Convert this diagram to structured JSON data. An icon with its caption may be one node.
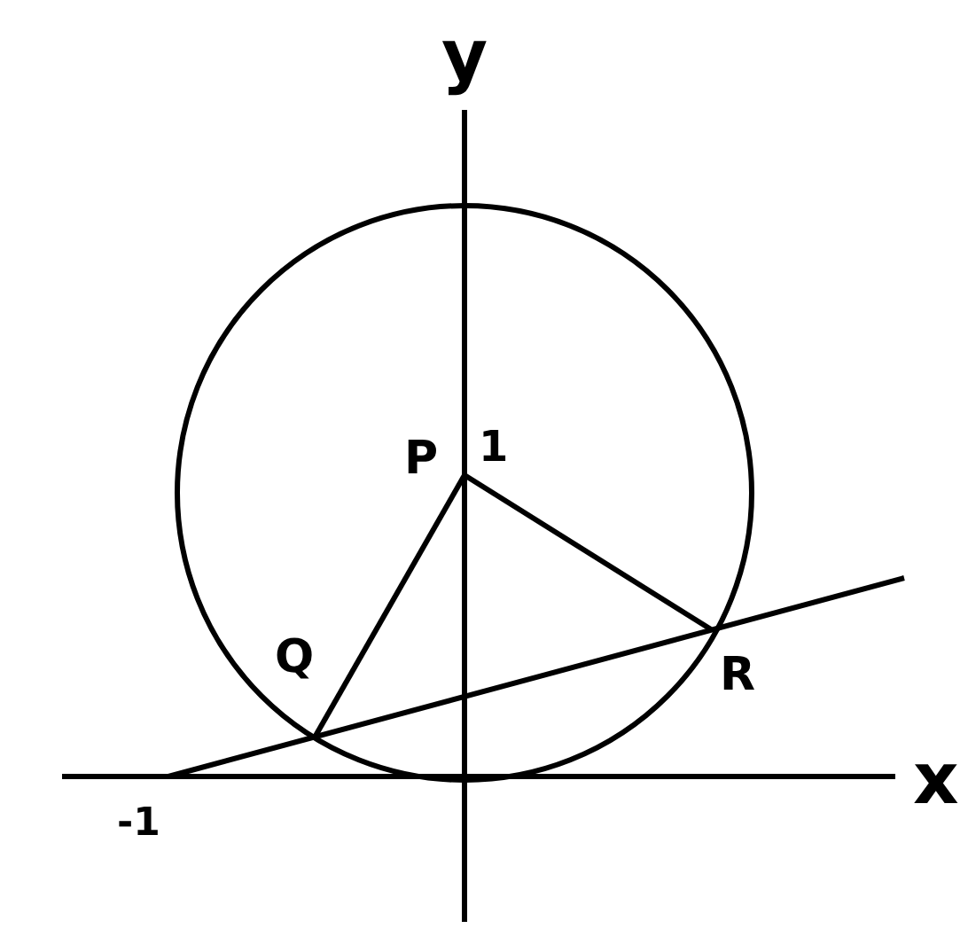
{
  "diagram": {
    "labels": [
      "y",
      "P",
      "1",
      "Q",
      "R",
      "-1",
      "x"
    ]
  }
}
